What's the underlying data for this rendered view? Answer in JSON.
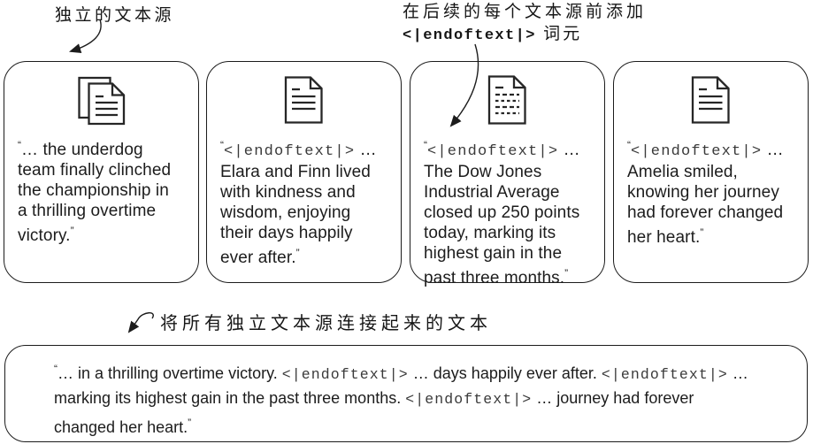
{
  "colors": {
    "stroke": "#1c1c1c",
    "background": "#ffffff",
    "mono_text": "#3a3a3a"
  },
  "labels": {
    "independent_sources": "独立的文本源",
    "add_token_line1": "在后续的每个文本源前添加",
    "add_token_line2": [
      {
        "s": "monob",
        "t": "<|endoftext|>"
      },
      {
        "s": "plain",
        "t": " 词元"
      }
    ],
    "concatenated": "将所有独立文本源连接起来的文本"
  },
  "source_boxes": [
    {
      "icon": "documents-stack-icon",
      "text": [
        {
          "s": "quote",
          "t": "“"
        },
        {
          "s": "plain",
          "t": "… the underdog team finally clinched the championship in a thrilling overtime victory."
        },
        {
          "s": "quote",
          "t": "”"
        }
      ]
    },
    {
      "icon": "document-icon",
      "text": [
        {
          "s": "quote",
          "t": "“"
        },
        {
          "s": "mono",
          "t": "<|endoftext|>"
        },
        {
          "s": "plain",
          "t": " … Elara and Finn lived with kindness and wisdom, enjoying their days happily ever after."
        },
        {
          "s": "quote",
          "t": "”"
        }
      ]
    },
    {
      "icon": "document-dashed-lines-icon",
      "text": [
        {
          "s": "quote",
          "t": "“"
        },
        {
          "s": "mono",
          "t": "<|endoftext|>"
        },
        {
          "s": "plain",
          "t": " … The Dow Jones Industrial Average closed up 250 points today, marking its highest gain in the past three months."
        },
        {
          "s": "quote",
          "t": "”"
        }
      ]
    },
    {
      "icon": "document-icon",
      "text": [
        {
          "s": "quote",
          "t": "“"
        },
        {
          "s": "mono",
          "t": "<|endoftext|>"
        },
        {
          "s": "plain",
          "t": " … Amelia smiled, knowing her journey had forever changed her heart."
        },
        {
          "s": "quote",
          "t": "”"
        }
      ]
    }
  ],
  "concatenated_box": {
    "text": [
      {
        "s": "quote",
        "t": "“"
      },
      {
        "s": "plain",
        "t": "… in a thrilling overtime victory. "
      },
      {
        "s": "mono",
        "t": "<|endoftext|>"
      },
      {
        "s": "plain",
        "t": " … days happily ever after. "
      },
      {
        "s": "mono",
        "t": "<|endoftext|>"
      },
      {
        "s": "plain",
        "t": " … marking its highest gain in the past three months. "
      },
      {
        "s": "mono",
        "t": "<|endoftext|>"
      },
      {
        "s": "plain",
        "t": " … journey had forever changed her heart."
      },
      {
        "s": "quote",
        "t": "”"
      }
    ]
  }
}
